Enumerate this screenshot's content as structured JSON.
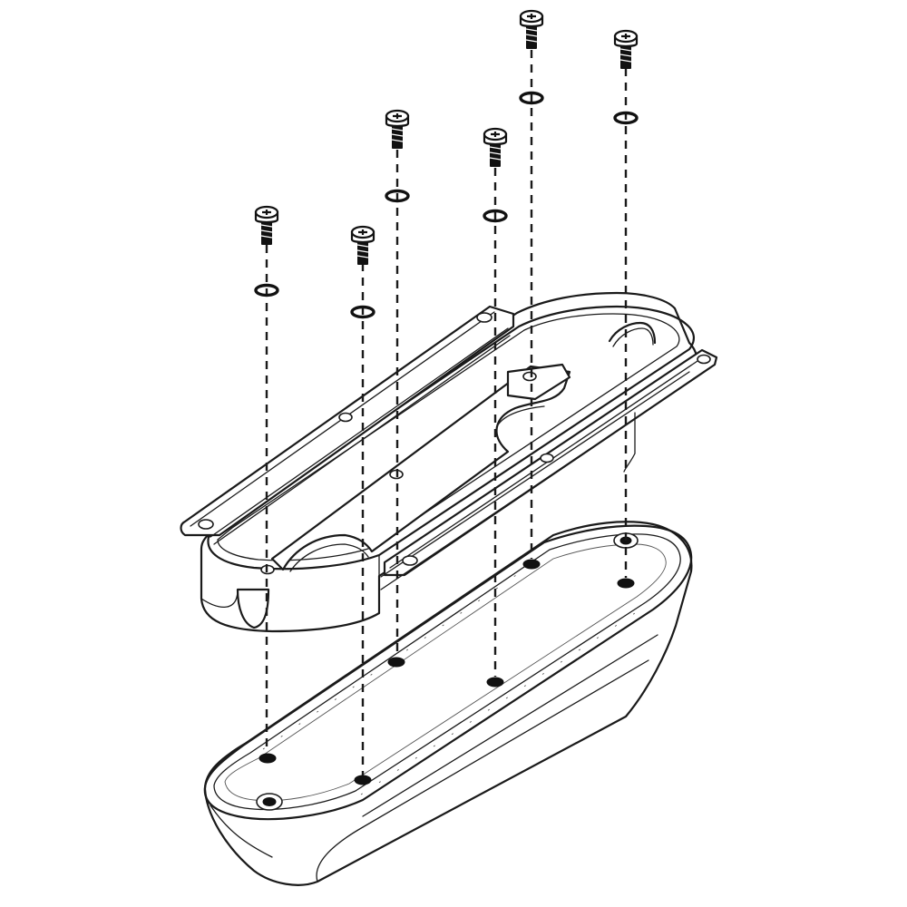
{
  "diagram": {
    "type": "exploded-assembly",
    "colors": {
      "line": "#1a1a1a",
      "background": "#ffffff"
    },
    "parts": [
      {
        "name": "mounting-screw-icon",
        "count": 6
      },
      {
        "name": "lock-washer-icon",
        "count": 6
      },
      {
        "name": "mounting-bracket-with-flanges",
        "count": 1
      },
      {
        "name": "oval-housing-shell",
        "count": 1
      }
    ]
  }
}
